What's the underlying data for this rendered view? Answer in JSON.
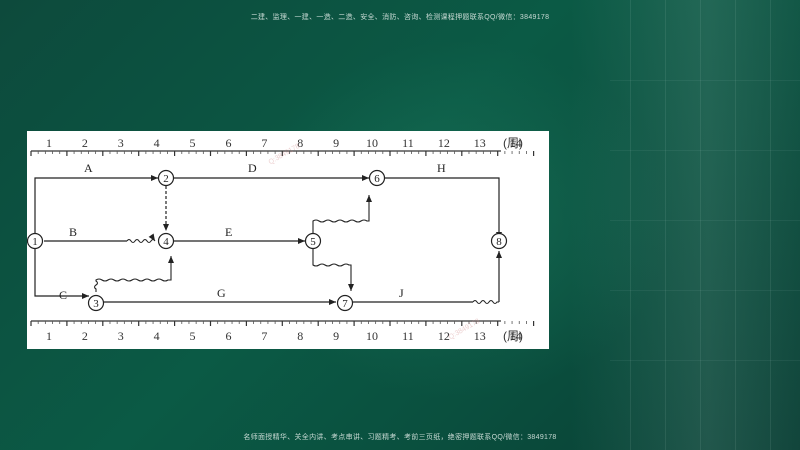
{
  "header_notice": "二建、监理、一建、一造、二造、安全、消防、咨询、检测课程押题联系QQ/微信：3849178",
  "footer_notice": "名师面授精华、关全内讲、考点串讲、习题精考、考前三页纸，绝密押题联系QQ/微信：3849178",
  "diagram": {
    "unit_label": "(周)",
    "weeks": [
      "1",
      "2",
      "3",
      "4",
      "5",
      "6",
      "7",
      "8",
      "9",
      "10",
      "11",
      "12",
      "13",
      "14"
    ],
    "nodes": [
      {
        "id": "1",
        "label": "1"
      },
      {
        "id": "2",
        "label": "2"
      },
      {
        "id": "3",
        "label": "3"
      },
      {
        "id": "4",
        "label": "4"
      },
      {
        "id": "5",
        "label": "5"
      },
      {
        "id": "6",
        "label": "6"
      },
      {
        "id": "7",
        "label": "7"
      },
      {
        "id": "8",
        "label": "8"
      }
    ],
    "activities": [
      {
        "label": "A",
        "from": "1",
        "to": "2"
      },
      {
        "label": "B",
        "from": "1",
        "to": "4"
      },
      {
        "label": "C",
        "from": "1",
        "to": "3"
      },
      {
        "label": "D",
        "from": "2",
        "to": "6"
      },
      {
        "label": "E",
        "from": "4",
        "to": "5"
      },
      {
        "label": "G",
        "from": "3",
        "to": "7"
      },
      {
        "label": "H",
        "from": "6",
        "to": "8"
      },
      {
        "label": "J",
        "from": "7",
        "to": "8"
      }
    ],
    "dummy_activities": [
      {
        "from": "2",
        "to": "4"
      },
      {
        "from": "3",
        "to": "4"
      },
      {
        "from": "5",
        "to": "6"
      },
      {
        "from": "5",
        "to": "7"
      }
    ]
  }
}
